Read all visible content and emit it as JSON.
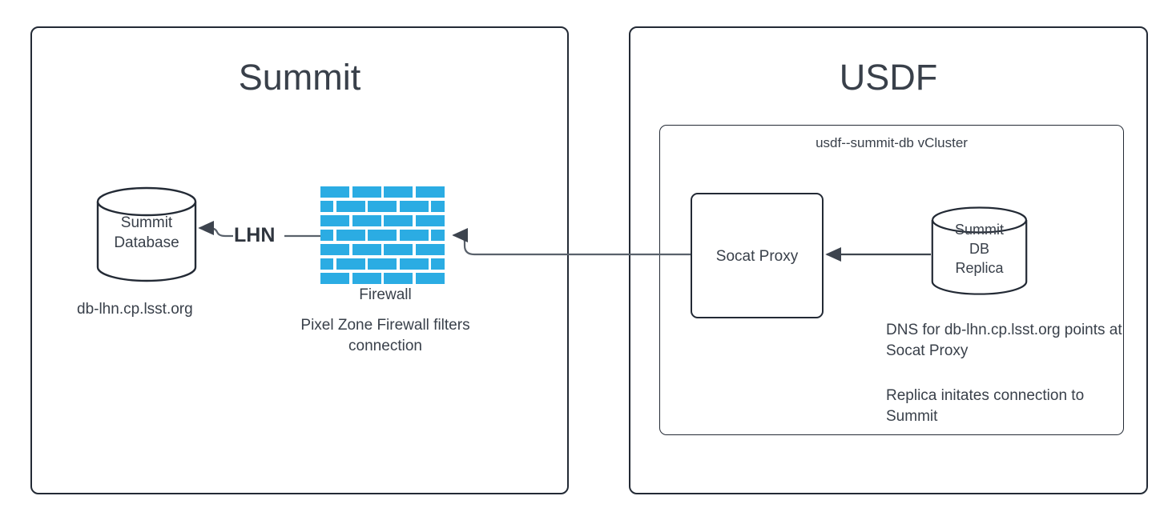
{
  "diagram": {
    "title_summit": "Summit",
    "title_usdf": "USDF",
    "vcluster_title": "usdf--summit-db vCluster",
    "summit_db_label": "Summit\nDatabase",
    "summit_db_host": "db-lhn.cp.lsst.org",
    "firewall_label": "Firewall",
    "firewall_caption": "Pixel Zone Firewall filters connection",
    "lhn_label": "LHN",
    "socat_label": "Socat Proxy",
    "replica_db_label": "Summit\nDB\nReplica",
    "dns_note": "DNS for db-lhn.cp.lsst.org points at Socat Proxy",
    "replica_note": "Replica initates connection to Summit"
  },
  "colors": {
    "brick": "#2bace3",
    "stroke": "#232a35",
    "text": "#39404a",
    "connector": "#4c535d",
    "background": "#ffffff"
  },
  "firewall_rows": [
    {
      "offset": false
    },
    {
      "offset": true
    },
    {
      "offset": false
    },
    {
      "offset": true
    },
    {
      "offset": false
    },
    {
      "offset": true
    },
    {
      "offset": false
    }
  ]
}
